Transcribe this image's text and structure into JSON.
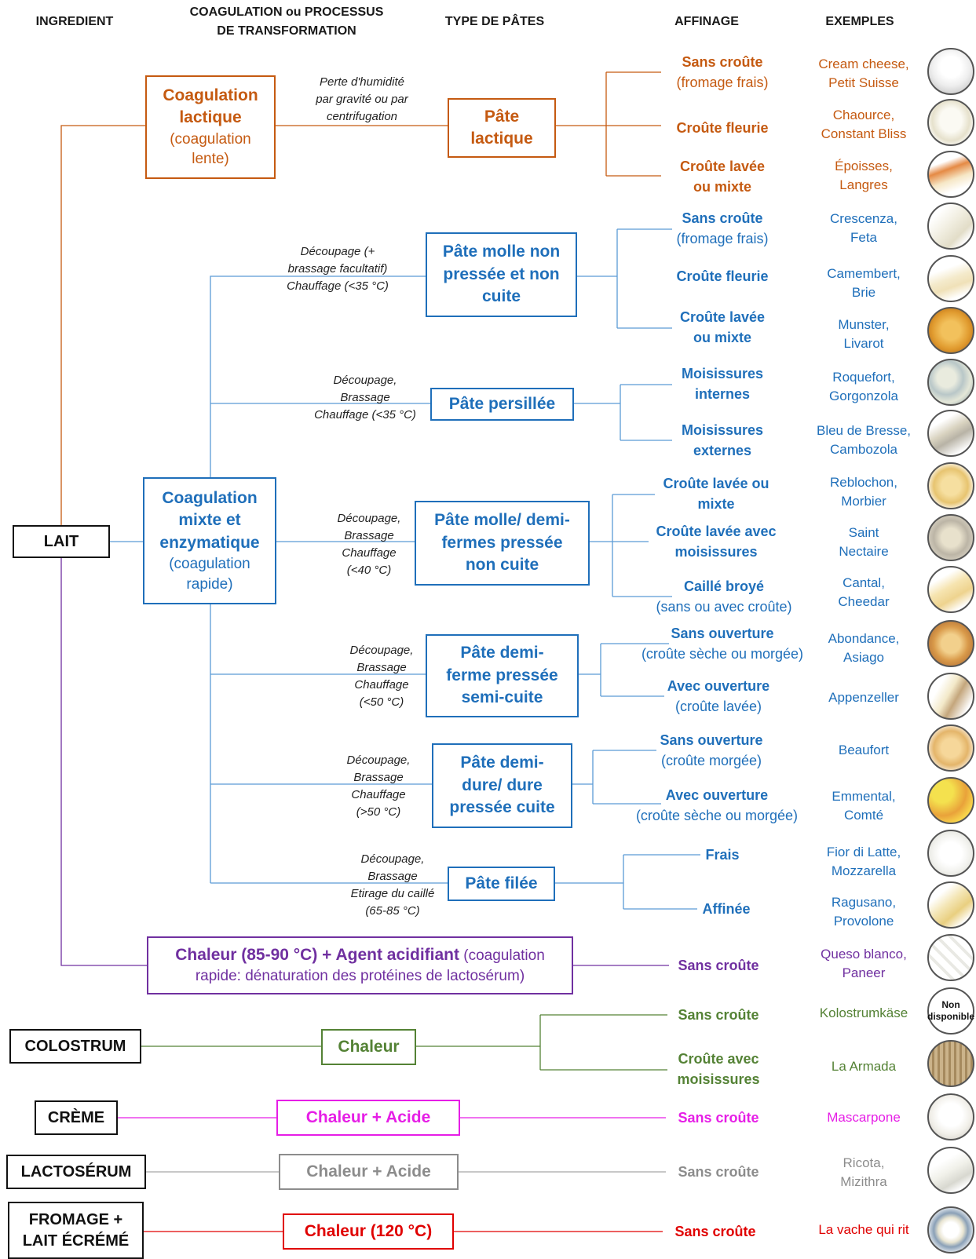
{
  "headers": {
    "ingredient": "INGREDIENT",
    "coagulation_line1": "COAGULATION ou PROCESSUS",
    "coagulation_line2": "DE TRANSFORMATION",
    "type": "TYPE DE PÂTES",
    "affinage": "AFFINAGE",
    "exemples": "EXEMPLES"
  },
  "ingredients": {
    "lait": "LAIT",
    "colostrum": "COLOSTRUM",
    "creme": "CRÈME",
    "lactoserum": "LACTOSÉRUM",
    "fromage_line1": "FROMAGE +",
    "fromage_line2": "LAIT ÉCRÉMÉ"
  },
  "coagulations": {
    "lactique": {
      "title_line1": "Coagulation",
      "title_line2": "lactique",
      "sub_line1": "(coagulation",
      "sub_line2": "lente)"
    },
    "mixte": {
      "title_line1": "Coagulation",
      "title_line2": "mixte et",
      "title_line3": "enzymatique",
      "sub_line1": "(coagulation",
      "sub_line2": "rapide)"
    },
    "chaleur_acidifiant": {
      "bold": "Chaleur (85-90 °C) + Agent acidifiant",
      "normal1": " (coagulation",
      "normal2": "rapide: dénaturation des protéines de lactosérum)"
    },
    "chaleur_colostrum": "Chaleur",
    "chaleur_acide_creme": "Chaleur + Acide",
    "chaleur_acide_lactoserum": "Chaleur + Acide",
    "chaleur_120": "Chaleur (120 °C)"
  },
  "processes": {
    "lactique": [
      "Perte d'humidité",
      "par gravité ou par",
      "centrifugation"
    ],
    "molle_non_pressee": [
      "Découpage (+",
      "brassage facultatif)",
      "Chauffage (<35 °C)"
    ],
    "persillee": [
      "Découpage,",
      "Brassage",
      "Chauffage (<35 °C)"
    ],
    "molle_pressee": [
      "Découpage,",
      "Brassage",
      "Chauffage",
      "(<40 °C)"
    ],
    "demi_ferme": [
      "Découpage,",
      "Brassage",
      "Chauffage",
      "(<50 °C)"
    ],
    "demi_dure": [
      "Découpage,",
      "Brassage",
      "Chauffage",
      "(>50 °C)"
    ],
    "filee": [
      "Découpage,",
      "Brassage",
      "Etirage du caillé",
      "(65-85 °C)"
    ]
  },
  "pates": {
    "lactique": [
      "Pâte",
      "lactique"
    ],
    "molle_non_pressee": [
      "Pâte molle non",
      "pressée et non",
      "cuite"
    ],
    "persillee": [
      "Pâte persillée"
    ],
    "molle_pressee": [
      "Pâte molle/ demi-",
      "fermes pressée",
      "non cuite"
    ],
    "demi_ferme": [
      "Pâte demi-",
      "ferme pressée",
      "semi-cuite"
    ],
    "demi_dure": [
      "Pâte demi-",
      "dure/ dure",
      "pressée cuite"
    ],
    "filee": [
      "Pâte filée"
    ]
  },
  "affinages": [
    {
      "l1": "Sans croûte",
      "l2": "(fromage frais)"
    },
    {
      "l1": "Croûte fleurie",
      "l2": ""
    },
    {
      "l1": "Croûte lavée",
      "l2": "ou mixte"
    },
    {
      "l1": "Sans croûte",
      "l2": "(fromage frais)"
    },
    {
      "l1": "Croûte fleurie",
      "l2": ""
    },
    {
      "l1": "Croûte lavée",
      "l2": "ou mixte"
    },
    {
      "l1": "Moisissures",
      "l2": "internes"
    },
    {
      "l1": "Moisissures",
      "l2": "externes"
    },
    {
      "l1": "Croûte lavée ou",
      "l2": "mixte"
    },
    {
      "l1": "Croûte lavée avec",
      "l2": "moisissures"
    },
    {
      "l1": "Caillé broyé",
      "l2": "(sans ou avec croûte)"
    },
    {
      "l1": "Sans ouverture",
      "l2": "(croûte sèche ou morgée)"
    },
    {
      "l1": "Avec ouverture",
      "l2": "(croûte lavée)"
    },
    {
      "l1": "Sans ouverture",
      "l2": "(croûte morgée)"
    },
    {
      "l1": "Avec ouverture",
      "l2": "(croûte sèche ou morgée)"
    },
    {
      "l1": "Frais",
      "l2": ""
    },
    {
      "l1": "Affinée",
      "l2": ""
    },
    {
      "l1": "Sans croûte",
      "l2": ""
    },
    {
      "l1": "Sans croûte",
      "l2": ""
    },
    {
      "l1": "Croûte avec",
      "l2": "moisissures"
    },
    {
      "l1": "Sans croûte",
      "l2": ""
    },
    {
      "l1": "Sans croûte",
      "l2": ""
    },
    {
      "l1": "Sans croûte",
      "l2": ""
    }
  ],
  "exemples": [
    {
      "l1": "Cream cheese,",
      "l2": "Petit Suisse",
      "img": "cream-cheese-photo"
    },
    {
      "l1": "Chaource,",
      "l2": "Constant Bliss",
      "img": "chaource-photo"
    },
    {
      "l1": "Époisses,",
      "l2": "Langres",
      "img": "epoisses-photo"
    },
    {
      "l1": "Crescenza,",
      "l2": "Feta",
      "img": "feta-photo"
    },
    {
      "l1": "Camembert,",
      "l2": "Brie",
      "img": "brie-photo"
    },
    {
      "l1": "Munster,",
      "l2": "Livarot",
      "img": "munster-photo"
    },
    {
      "l1": "Roquefort,",
      "l2": "Gorgonzola",
      "img": "roquefort-photo"
    },
    {
      "l1": "Bleu de Bresse,",
      "l2": "Cambozola",
      "img": "bleu-photo"
    },
    {
      "l1": "Reblochon,",
      "l2": "Morbier",
      "img": "reblochon-photo"
    },
    {
      "l1": "Saint",
      "l2": "Nectaire",
      "img": "saint-nectaire-photo"
    },
    {
      "l1": "Cantal,",
      "l2": "Cheedar",
      "img": "cantal-photo"
    },
    {
      "l1": "Abondance,",
      "l2": "Asiago",
      "img": "abondance-photo"
    },
    {
      "l1": "Appenzeller",
      "l2": "",
      "img": "appenzeller-photo"
    },
    {
      "l1": "Beaufort",
      "l2": "",
      "img": "beaufort-photo"
    },
    {
      "l1": "Emmental,",
      "l2": "Comté",
      "img": "emmental-photo"
    },
    {
      "l1": "Fior di Latte,",
      "l2": "Mozzarella",
      "img": "mozzarella-photo"
    },
    {
      "l1": "Ragusano,",
      "l2": "Provolone",
      "img": "provolone-photo"
    },
    {
      "l1": "Queso blanco,",
      "l2": "Paneer",
      "img": "paneer-photo"
    },
    {
      "l1": "Kolostrumkäse",
      "l2": "",
      "img": ""
    },
    {
      "l1": "La Armada",
      "l2": "",
      "img": "la-armada-photo"
    },
    {
      "l1": "Mascarpone",
      "l2": "",
      "img": "mascarpone-photo"
    },
    {
      "l1": "Ricota,",
      "l2": "Mizithra",
      "img": "ricotta-photo"
    },
    {
      "l1": "La vache qui rit",
      "l2": "",
      "img": "vache-qui-rit-photo"
    }
  ],
  "non_disponible": {
    "l1": "Non",
    "l2": "disponible"
  },
  "colors": {
    "orange": "#c55a11",
    "blue": "#1f6fba",
    "purple": "#7030a0",
    "green": "#548235",
    "magenta": "#e61ee6",
    "gray": "#8c8c8c",
    "red": "#e00000"
  }
}
